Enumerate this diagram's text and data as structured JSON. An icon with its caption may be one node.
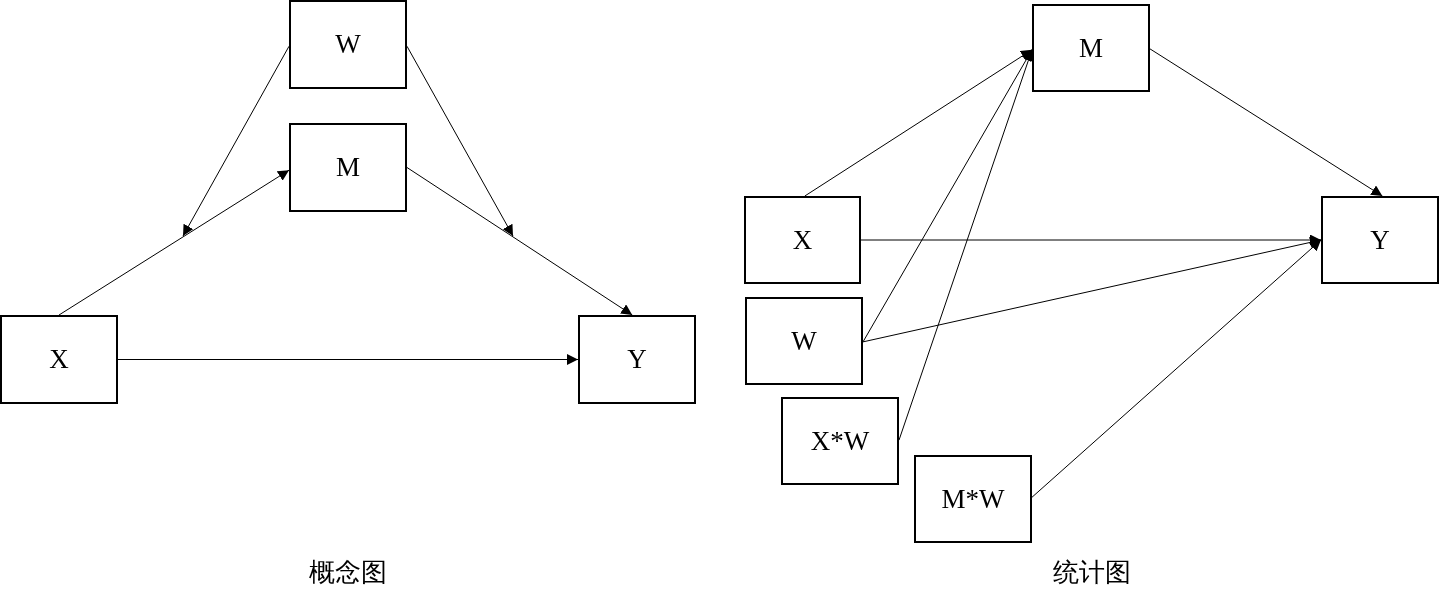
{
  "diagram": {
    "nodes": [
      {
        "text": [
          "W"
        ]
      },
      {
        "text": [
          "M"
        ]
      },
      {
        "text": [
          "X"
        ]
      },
      {
        "text": [
          "Y"
        ]
      },
      {
        "text": [
          "M"
        ]
      },
      {
        "text": [
          "X"
        ]
      },
      {
        "text": [
          "Y"
        ]
      },
      {
        "text": [
          "W"
        ]
      },
      {
        "text": [
          "X*W"
        ]
      },
      {
        "text": [
          "M*W"
        ]
      }
    ],
    "edges": [
      {
        "from": 2,
        "to": 1,
        "arrow": "to"
      },
      {
        "from": 2,
        "to": 3,
        "arrow": "to"
      },
      {
        "from": 1,
        "to": 3,
        "arrow": "to"
      },
      {
        "from": 0,
        "to": null,
        "arrow": "to"
      },
      {
        "from": 0,
        "to": null,
        "arrow": "to"
      },
      {
        "from": 5,
        "to": 4,
        "arrow": "to"
      },
      {
        "from": 7,
        "to": 4,
        "arrow": "to"
      },
      {
        "from": 8,
        "to": 4,
        "arrow": "to"
      },
      {
        "from": 4,
        "to": 6,
        "arrow": "to"
      },
      {
        "from": 5,
        "to": 6,
        "arrow": "to"
      },
      {
        "from": 7,
        "to": 6,
        "arrow": "to"
      },
      {
        "from": 9,
        "to": 6,
        "arrow": "to"
      }
    ],
    "labels": [
      "概念图",
      "统计图"
    ]
  }
}
